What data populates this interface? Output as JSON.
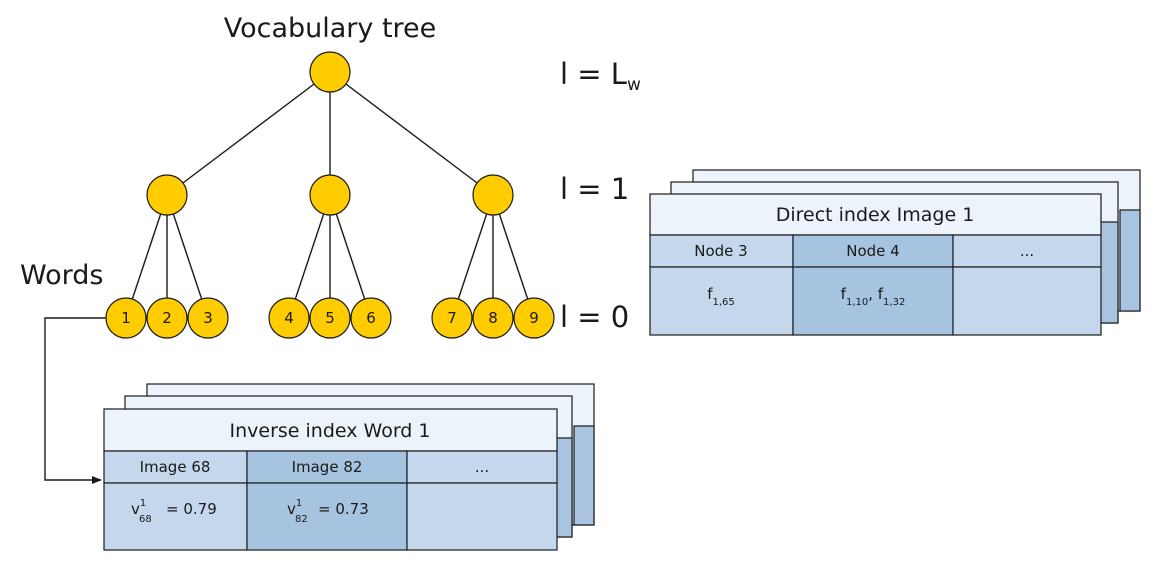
{
  "tree": {
    "title": "Vocabulary tree",
    "levels": {
      "top": {
        "main": "l = L",
        "sub": "w"
      },
      "middle": "l = 1",
      "bottom": "l = 0"
    },
    "words_label": "Words",
    "leaves": [
      "1",
      "2",
      "3",
      "4",
      "5",
      "6",
      "7",
      "8",
      "9"
    ]
  },
  "direct_index": {
    "title": "Direct index Image 1",
    "headers": [
      "Node 3",
      "Node 4",
      "..."
    ],
    "cell1": {
      "base": "f",
      "sub": "1,65"
    },
    "cell2": {
      "a_base": "f",
      "a_sub": "1,10",
      "sep": ", ",
      "b_base": "f",
      "b_sub": "1,32"
    }
  },
  "inverse_index": {
    "title": "Inverse index Word 1",
    "headers": [
      "Image 68",
      "Image 82",
      "..."
    ],
    "cell1": {
      "base": "v",
      "sup": "1",
      "sub": "68",
      "value": "= 0.79"
    },
    "cell2": {
      "base": "v",
      "sup": "1",
      "sub": "82",
      "value": "= 0.73"
    }
  },
  "colors": {
    "node_fill": "#ffcc00",
    "title_bg": "#edf3fb",
    "header_bg": "#c5d7ec",
    "header_highlight": "#a6c3e0",
    "body_bg": "#c5d7ec",
    "body_highlight": "#a6c3e0",
    "back_layer": "#a9c4e0"
  }
}
